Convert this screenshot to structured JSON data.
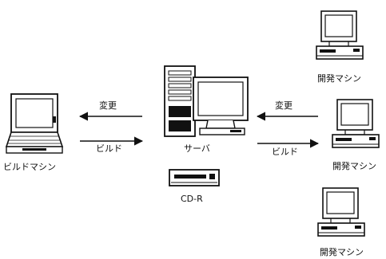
{
  "nodes": {
    "build_machine": {
      "label": "ビルドマシン"
    },
    "server": {
      "label": "サーバ"
    },
    "cdr": {
      "label": "CD-R"
    },
    "dev_machine_top": {
      "label": "開発マシン"
    },
    "dev_machine_mid": {
      "label": "開発マシン"
    },
    "dev_machine_bottom": {
      "label": "開発マシン"
    }
  },
  "edges": {
    "server_to_build_change": {
      "label": "変更"
    },
    "build_to_server_build": {
      "label": "ビルド"
    },
    "dev_to_server_change": {
      "label": "変更"
    },
    "server_to_dev_build": {
      "label": "ビルド"
    }
  }
}
